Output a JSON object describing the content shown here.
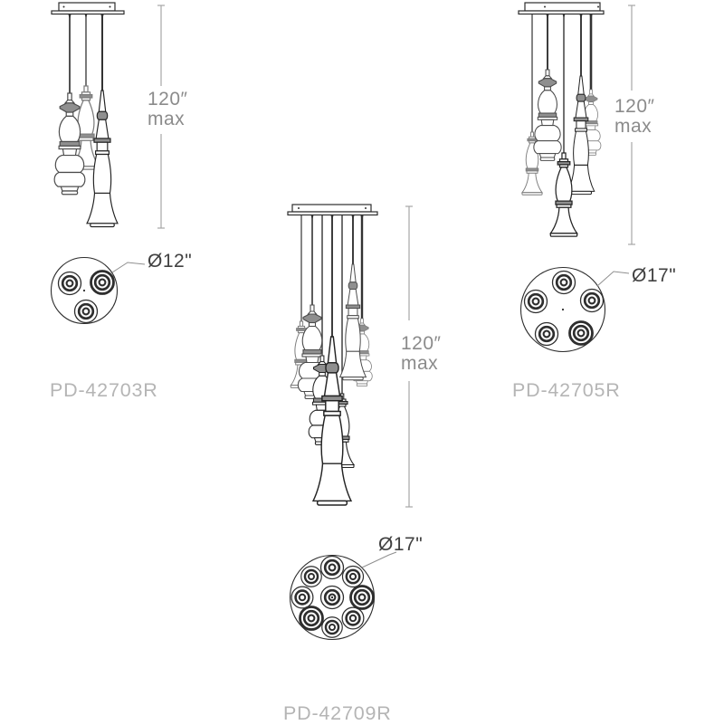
{
  "drawing": {
    "kind": "pendant-chandelier-dimension-diagram",
    "views_per_fixture": [
      "side-elevation",
      "canopy-plan"
    ]
  },
  "colors": {
    "background": "#ffffff",
    "line_art": "#2d2d2d",
    "dimension_lines": "#a6a6a6",
    "dimension_text": "#8b8b8b",
    "diameter_text": "#414141",
    "product_code_text": "#b5b5b5",
    "shading_fill": "#8f8f8f"
  },
  "fixtures": [
    {
      "code": "PD-42703R",
      "num_lights": 3,
      "max_height_line1": "120″",
      "max_height_line2": "max",
      "canopy_diameter": "Ø12\""
    },
    {
      "code": "PD-42705R",
      "num_lights": 5,
      "max_height_line1": "120″",
      "max_height_line2": "max",
      "canopy_diameter": "Ø17\""
    },
    {
      "code": "PD-42709R",
      "num_lights": 9,
      "max_height_line1": "120″",
      "max_height_line2": "max",
      "canopy_diameter": "Ø17\""
    }
  ]
}
